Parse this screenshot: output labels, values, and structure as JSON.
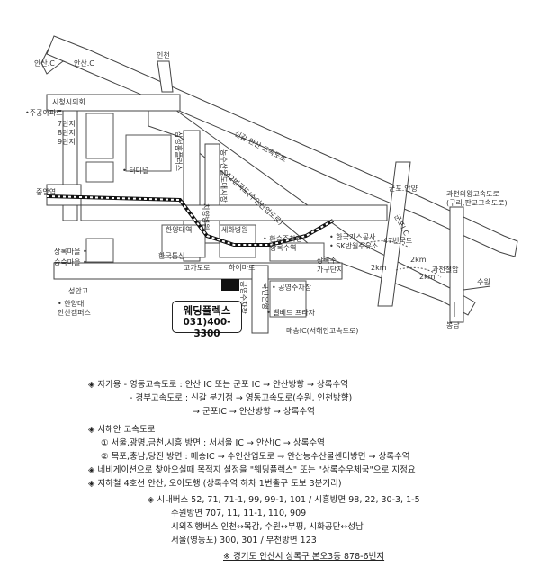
{
  "map": {
    "labels": {
      "ansan_ic_1": "안산.C",
      "ansan_ic_2": "안산.C",
      "incheon": "인천",
      "siheung_council": "시청시의회",
      "jugong_apt": "•주공아파트",
      "danji7": "7단지",
      "danji8": "8단지",
      "danji9": "9단지",
      "terminal": "• 터미널",
      "samsung_sports": "삼성홈플러스",
      "nonghyup": "농수산물도매시장",
      "chiyang_hospital": "치양병원",
      "sehwa_hospital": "세화병원",
      "hanyang_univ": "한양대역",
      "jungang_stn": "중앙역",
      "singal_highway": "신갈.안산 고속도로",
      "route42": "42번국도(수인산업도로)",
      "gunpo_anyang": "군포.안양",
      "gwacheon_expwy": "과천의왕고속도로",
      "gwacheon_sub": "(구리,판교고속도로)",
      "gunpo_ic": "군포I.C",
      "sangnok_maeul": "상록마을 •",
      "sungsu_maeul": "숭숙마을 •",
      "hanguk_tongsin": "한국통신",
      "goga_doro": "고가도로",
      "hyundai_mart": "하이마트",
      "hwansung_parking": "• 환승주차장",
      "sangnok_station": "상록수역",
      "hanguk_gas": "• 한국가스공사",
      "sk_gas": "• SK반월주유소",
      "sangnok_gagu": "상록수",
      "sangnok_gagu2": "가구단지",
      "route47": "47번국도",
      "km2_a": "2km",
      "km2_b": "2km",
      "km2_c": "2km",
      "gwacheon_rail": "과천철암",
      "suwon": "수원",
      "bongdam": "봉담",
      "seongan_high": "성안고",
      "hanyang_univ_campus_1": "• 한양대",
      "hanyang_univ_campus_2": "안산캠퍼스",
      "gongyeong_parking": "• 공영주차장",
      "plaza": "• 벨베드 프라자",
      "maesong_ic": "매송IC(서해안고속도로)",
      "gongyeong_parking_v": "공영주차장",
      "kukmin_bank": "국민은행"
    },
    "business": {
      "name": "웨딩플렉스",
      "phone": "031)400-3300"
    },
    "colors": {
      "road": "#444444",
      "rail": "#111111",
      "marker": "#111111"
    }
  },
  "directions": {
    "car_label": "◈ 자가용 - 영동고속도로 : 안산 IC 또는 군포 IC → 안산방향 → 상록수역",
    "gyeongbu": "- 경부고속도로 : 신갈 분기점 → 영동고속도로(수원, 인천방향)",
    "gyeongbu_2": "→ 군포IC → 안산방향 → 상록수역",
    "seohaean_label": "◈ 서해안 고속도로",
    "seohaean_1": "① 서울,광명,금천,시흥 방면 : 서서울 IC → 안산IC → 상록수역",
    "seohaean_2": "② 목포,충남,당진 방면 : 매송IC → 수인산업도로 → 안산농수산물센터방면 → 상록수역",
    "navi": "◈ 네비게이션으로 찾아오실때  목적지 설정을 \"웨딩플렉스\" 또는 \"상록수우체국\"으로 지정요",
    "subway": "◈ 지하철 4호선 안산, 오이도행 (상록수역 하차 1번출구 도보 3분거리)",
    "bus_1": "◈ 시내버스 52, 71, 71-1, 99, 99-1, 101 / 시흥방면 98, 22, 30-3, 1-5",
    "bus_2": "수원방면 707, 11, 11-1, 110, 909",
    "bus_3": "시외직행버스 인천↔목감, 수원↔부평, 시화공단↔성남",
    "bus_4": "서울(영등포) 300, 301 / 부천방면 123",
    "address": "※ 경기도 안산시 상록구 본오3동 878-6번지"
  }
}
